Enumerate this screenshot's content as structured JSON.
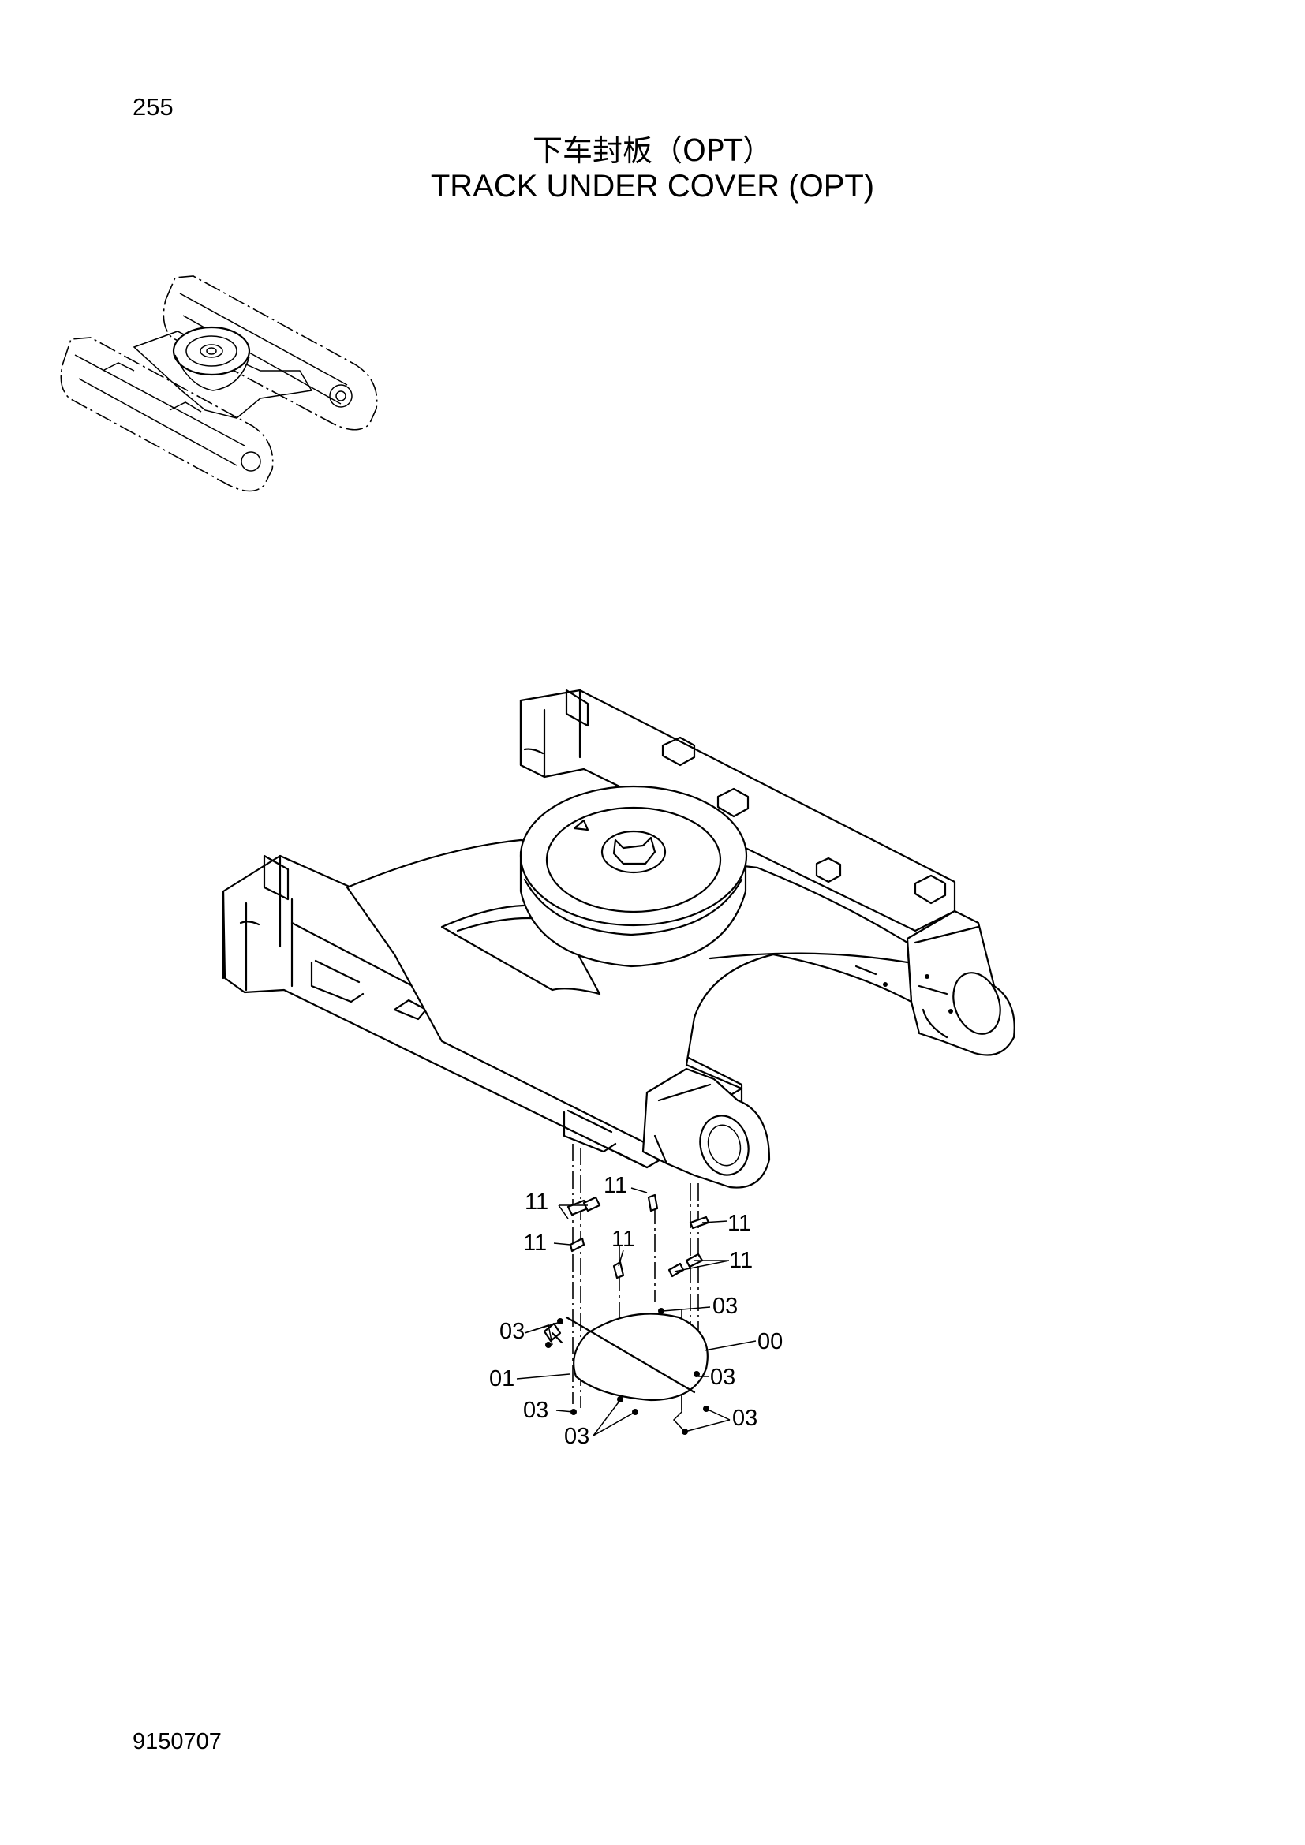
{
  "page": {
    "page_number": "255",
    "title_cn": "下车封板（OPT）",
    "title_en": "TRACK UNDER COVER (OPT)",
    "document_code": "9150707"
  },
  "callouts": {
    "c11_a": "11",
    "c11_b": "11",
    "c11_c": "11",
    "c11_d": "11",
    "c11_e": "11",
    "c11_f": "11",
    "c03_a": "03",
    "c03_b": "03",
    "c03_c": "03",
    "c03_d": "03",
    "c03_e": "03",
    "c03_f": "03",
    "c00": "00",
    "c01": "01"
  }
}
